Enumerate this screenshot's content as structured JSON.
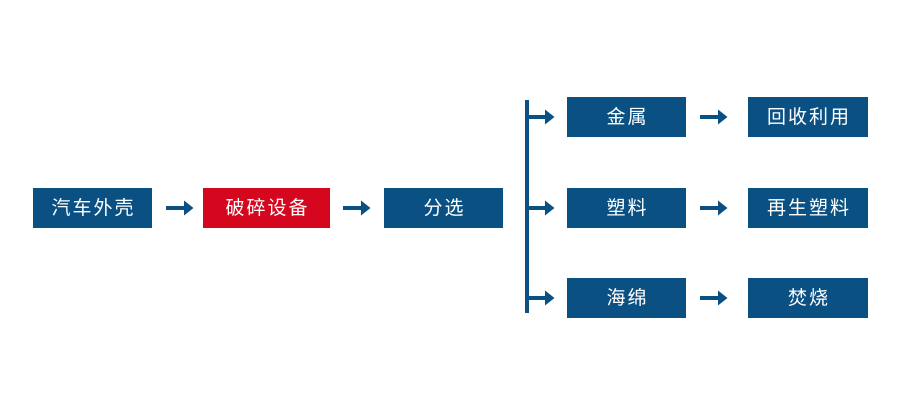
{
  "diagram": {
    "type": "process-flowchart",
    "title": "",
    "colors": {
      "primary_blue": "#0b5082",
      "accent_red": "#d5071f",
      "background": "#ffffff",
      "node_text": "#ffffff"
    },
    "main_chain": [
      {
        "id": "car-shell",
        "label": "汽车外壳",
        "color": "#0b5082"
      },
      {
        "id": "shredder",
        "label": "破碎设备",
        "color": "#d5071f"
      },
      {
        "id": "sorting",
        "label": "分选",
        "color": "#0b5082"
      }
    ],
    "branches": [
      {
        "id": "metal",
        "material": {
          "id": "metal-node",
          "label": "金属",
          "color": "#0b5082"
        },
        "outcome": {
          "id": "recycle-node",
          "label": "回收利用",
          "color": "#0b5082"
        }
      },
      {
        "id": "plastic",
        "material": {
          "id": "plastic-node",
          "label": "塑料",
          "color": "#0b5082"
        },
        "outcome": {
          "id": "replastic-node",
          "label": "再生塑料",
          "color": "#0b5082"
        }
      },
      {
        "id": "sponge",
        "material": {
          "id": "sponge-node",
          "label": "海绵",
          "color": "#0b5082"
        },
        "outcome": {
          "id": "incineration-node",
          "label": "焚烧",
          "color": "#0b5082"
        }
      }
    ],
    "connectors": {
      "chain_arrow_1": "arrow-right-icon",
      "chain_arrow_2": "arrow-right-icon",
      "split_bar": "vertical-split-bar",
      "branch_arrow_1": "branch-arrow-right-icon",
      "branch_arrow_2": "branch-arrow-right-icon",
      "branch_arrow_3": "branch-arrow-right-icon",
      "outcome_arrow_1": "arrow-right-icon",
      "outcome_arrow_2": "arrow-right-icon",
      "outcome_arrow_3": "arrow-right-icon"
    }
  }
}
